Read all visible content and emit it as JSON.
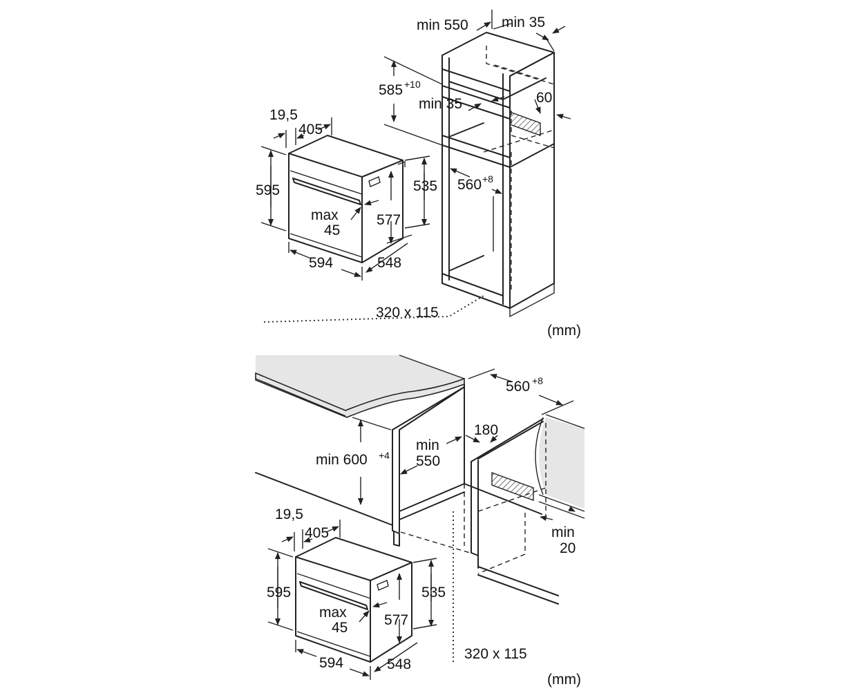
{
  "top": {
    "oven": {
      "w19_5": "19,5",
      "w405": "405",
      "h595": "595",
      "h535": "535",
      "h577": "577",
      "max": "max",
      "max_val": "45",
      "w594": "594",
      "d548": "548"
    },
    "cabinet": {
      "min550": "min 550",
      "min35_top": "min 35",
      "h585": "585",
      "h585_sup": "+10",
      "min35_mid": "min 35",
      "v60": "60",
      "w560": "560",
      "w560_sup": "+8",
      "vent": "320 x 115"
    },
    "unit": "(mm)"
  },
  "bottom": {
    "counter": {
      "w560": "560",
      "w560_sup": "+8",
      "min600": "min 600",
      "min600_sup": "+4",
      "min550_a": "min",
      "min550_b": "550",
      "v180": "180",
      "min20_a": "min",
      "min20_b": "20",
      "vent": "320 x 115"
    },
    "oven": {
      "w19_5": "19,5",
      "w405": "405",
      "h595": "595",
      "h535": "535",
      "h577": "577",
      "max": "max",
      "max_val": "45",
      "w594": "594",
      "d548": "548"
    },
    "unit": "(mm)"
  }
}
